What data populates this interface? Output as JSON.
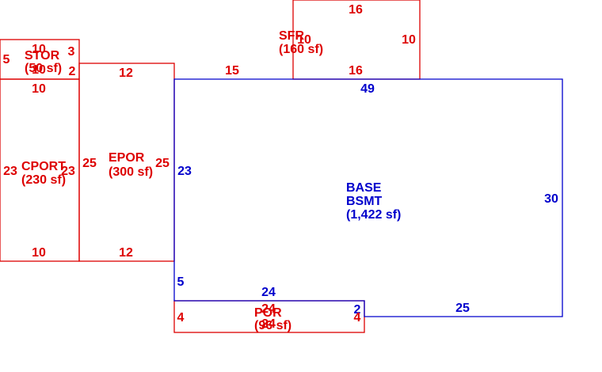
{
  "colors": {
    "main": "#0000cc",
    "addition": "#dd0000",
    "background": "#ffffff"
  },
  "main_area": {
    "name_line1": "BASE",
    "name_line2": "BSMT",
    "area": "(1,422 sf)",
    "dims": {
      "top": "49",
      "right": "30",
      "bottom": "25",
      "step_vertical": "2",
      "step_horizontal": "24",
      "left_lower": "5",
      "left_upper": "23"
    }
  },
  "additions": {
    "sfr": {
      "name": "SFR",
      "area": "(160 sf)",
      "dims": {
        "top": "16",
        "bottom": "16",
        "left": "10",
        "right": "10"
      }
    },
    "stor": {
      "name": "STOR",
      "area": "(50 sf)",
      "dims": {
        "top": "10",
        "bottom": "10",
        "left": "5",
        "right_top": "3",
        "right_bottom": "2"
      }
    },
    "cport": {
      "name": "CPORT",
      "area": "(230 sf)",
      "dims": {
        "top": "10",
        "bottom": "10",
        "left": "23",
        "right": "23"
      }
    },
    "epor": {
      "name": "EPOR",
      "area": "(300 sf)",
      "dims": {
        "top": "12",
        "bottom": "12",
        "left": "25",
        "right": "25",
        "top_extension": "15"
      }
    },
    "por": {
      "name": "POR",
      "area": "(96 sf)",
      "dims": {
        "top": "24",
        "bottom": "24",
        "left": "4",
        "right": "4"
      }
    }
  }
}
